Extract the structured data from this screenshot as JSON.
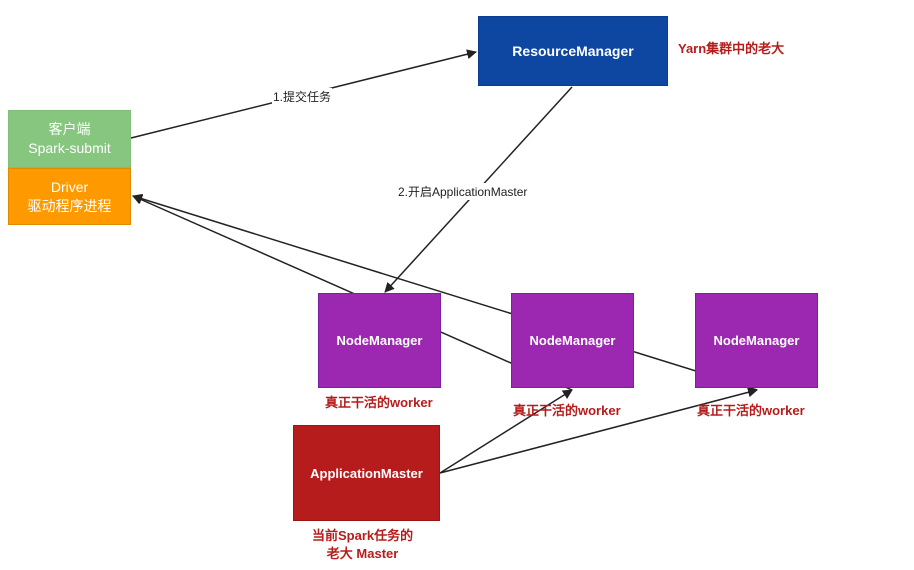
{
  "client": {
    "line1": "客户端",
    "line2": "Spark-submit"
  },
  "driver": {
    "line1": "Driver",
    "line2": "驱动程序进程"
  },
  "resource_manager": {
    "label": "ResourceManager",
    "note": "Yarn集群中的老大"
  },
  "node_managers": [
    {
      "label": "NodeManager",
      "note": "真正干活的worker"
    },
    {
      "label": "NodeManager",
      "note": "真正干活的worker"
    },
    {
      "label": "NodeManager",
      "note": "真正干活的worker"
    }
  ],
  "application_master": {
    "label": "ApplicationMaster",
    "note_line1": "当前Spark任务的",
    "note_line2": "老大 Master"
  },
  "edges": {
    "submit": "1.提交任务",
    "start_am": "2.开启ApplicationMaster"
  },
  "colors": {
    "client": "#86c67f",
    "driver": "#ff9900",
    "resource_manager": "#0d47a1",
    "node_manager": "#9c27b0",
    "application_master": "#b71c1c",
    "note_text": "#b71c1c",
    "edge": "#222222"
  }
}
